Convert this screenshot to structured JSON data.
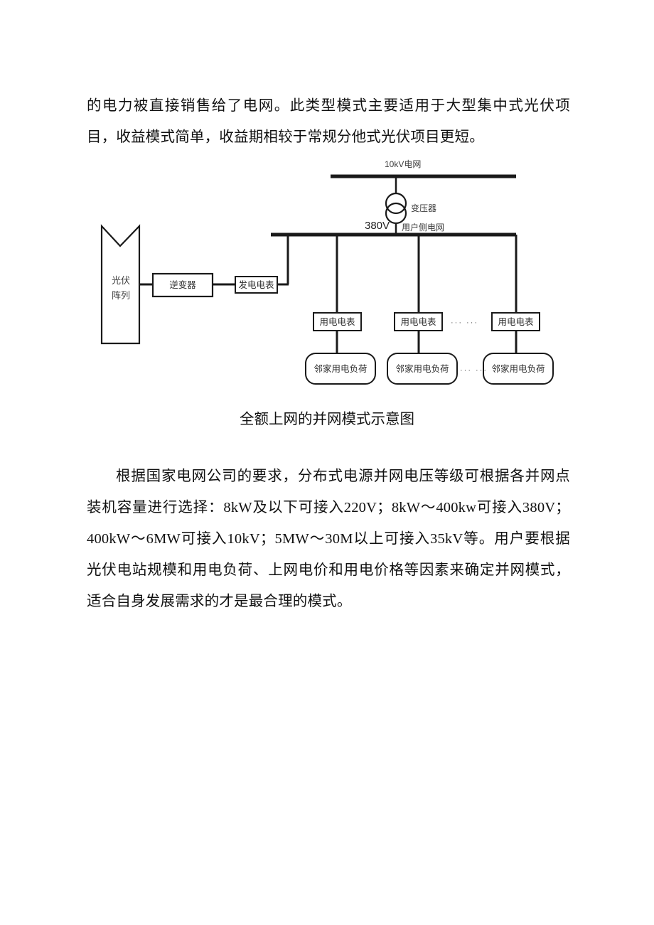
{
  "document": {
    "paragraph_top": "的电力被直接销售给了电网。此类型模式主要适用于大型集中式光伏项目，收益模式简单，收益期相较于常规分他式光伏项目更短。",
    "figure_caption": "全额上网的并网模式示意图",
    "paragraph_bottom": "根据国家电网公司的要求，分布式电源并网电压等级可根据各并网点装机容量进行选择：8kW及以下可接入220V；8kW～400kw可接入380V；400kW～6MW可接入10kV；5MW～30M以上可接入35kV等。用户要根据光伏电站规模和用电负荷、上网电价和用电价格等因素来确定并网模式，适合自身发展需求的才是最合理的模式。"
  },
  "diagram": {
    "grid_hv_label": "10kV电网",
    "transformer_label": "变压器",
    "bus_lv_voltage": "380V",
    "bus_lv_label": "用户侧电网",
    "pv_array_line1": "光伏",
    "pv_array_line2": "阵列",
    "inverter_label": "逆变器",
    "generation_meter_label": "发电电表",
    "meters": [
      {
        "label": "用电电表"
      },
      {
        "label": "用电电表"
      },
      {
        "label": "用电电表"
      }
    ],
    "loads": [
      {
        "label": "邻家用电负荷"
      },
      {
        "label": "邻家用电负荷"
      },
      {
        "label": "邻家用电负荷"
      }
    ],
    "ellipsis_meter_row": "···  ···",
    "ellipsis_load_row": "···  ···",
    "colors": {
      "line": "#1a1a1a",
      "text": "#3b3b3b",
      "background": "#ffffff"
    }
  }
}
